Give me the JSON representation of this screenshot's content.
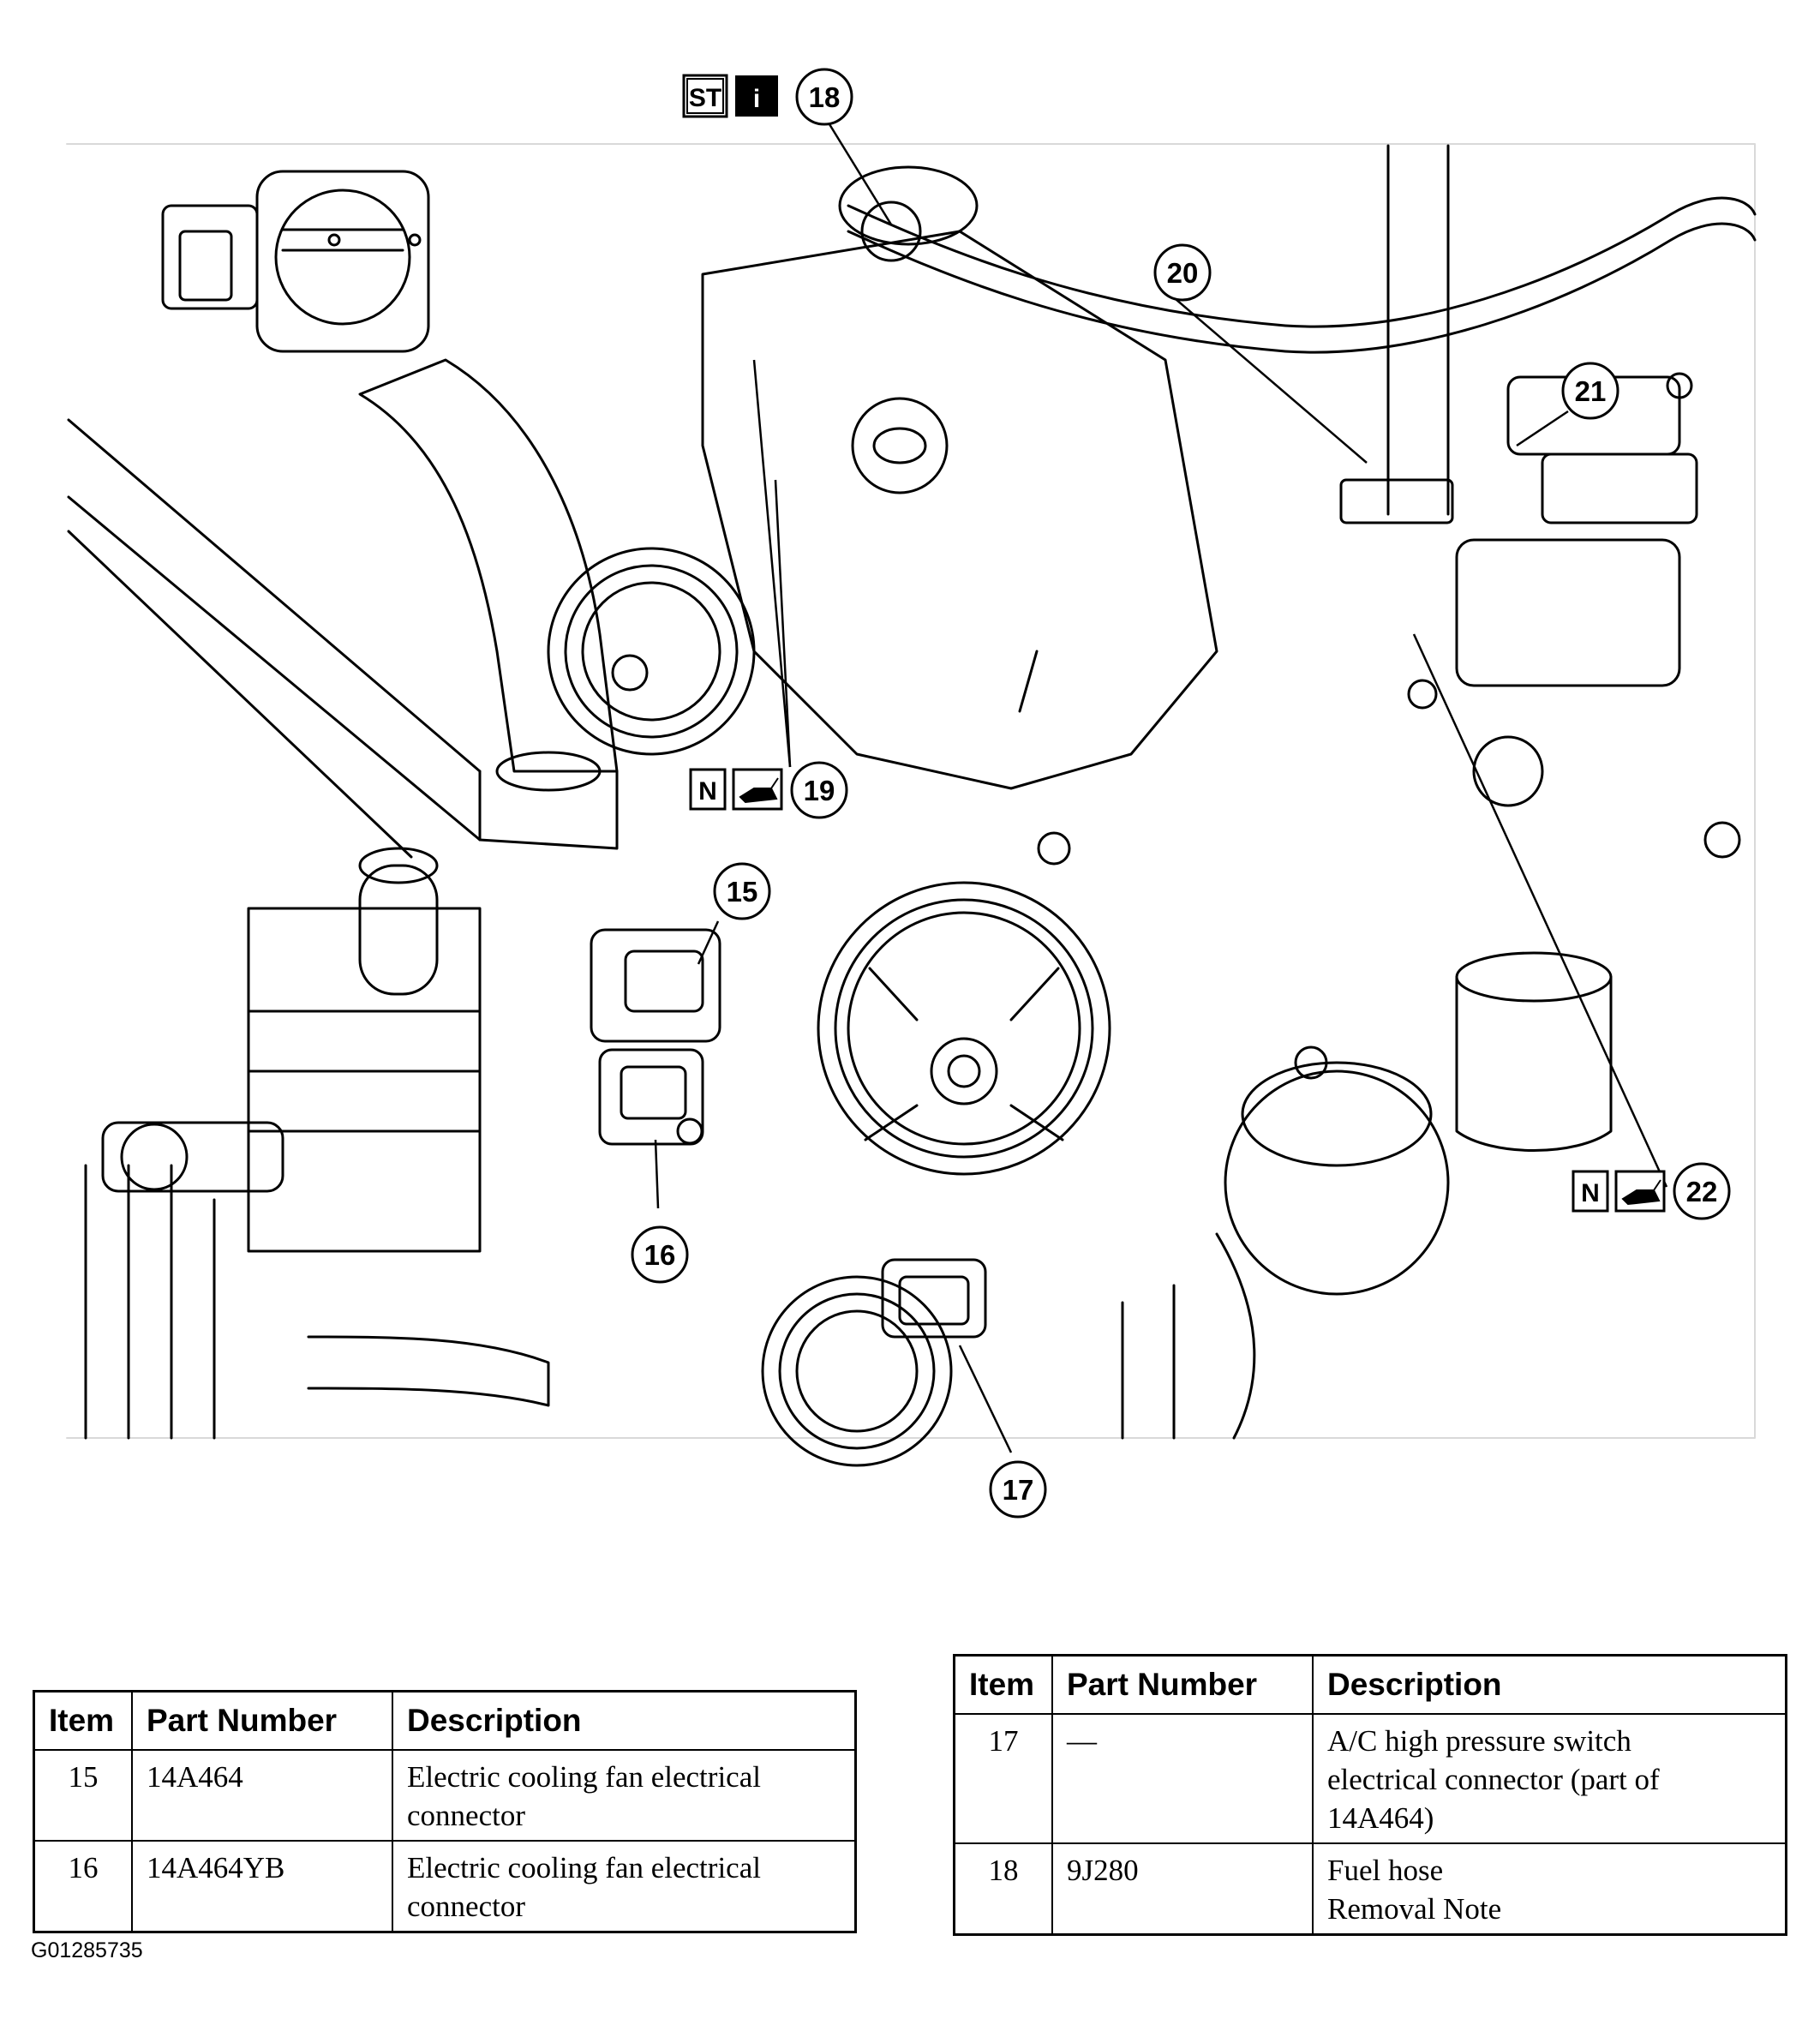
{
  "callouts": {
    "c15": "15",
    "c16": "16",
    "c17": "17",
    "c18": "18",
    "c19": "19",
    "c20": "20",
    "c21": "21",
    "c22": "22"
  },
  "icons": {
    "special_tool": "ST",
    "information": "i",
    "new_part_n": "N",
    "oil_can": "oil-can-icon"
  },
  "table_left": {
    "headers": {
      "item": "Item",
      "part_number": "Part Number",
      "description": "Description"
    },
    "rows": [
      {
        "item": "15",
        "part_number": "14A464",
        "description": [
          "Electric cooling fan electrical",
          "connector"
        ]
      },
      {
        "item": "16",
        "part_number": "14A464YB",
        "description": [
          "Electric cooling fan electrical",
          "connector"
        ]
      }
    ]
  },
  "table_right": {
    "headers": {
      "item": "Item",
      "part_number": "Part Number",
      "description": "Description"
    },
    "rows": [
      {
        "item": "17",
        "part_number": "—",
        "description": [
          "A/C high pressure switch",
          "electrical connector (part of",
          "14A464)"
        ]
      },
      {
        "item": "18",
        "part_number": "9J280",
        "description": [
          "Fuel hose",
          "Removal Note"
        ]
      }
    ]
  },
  "figure_id": "G01285735"
}
